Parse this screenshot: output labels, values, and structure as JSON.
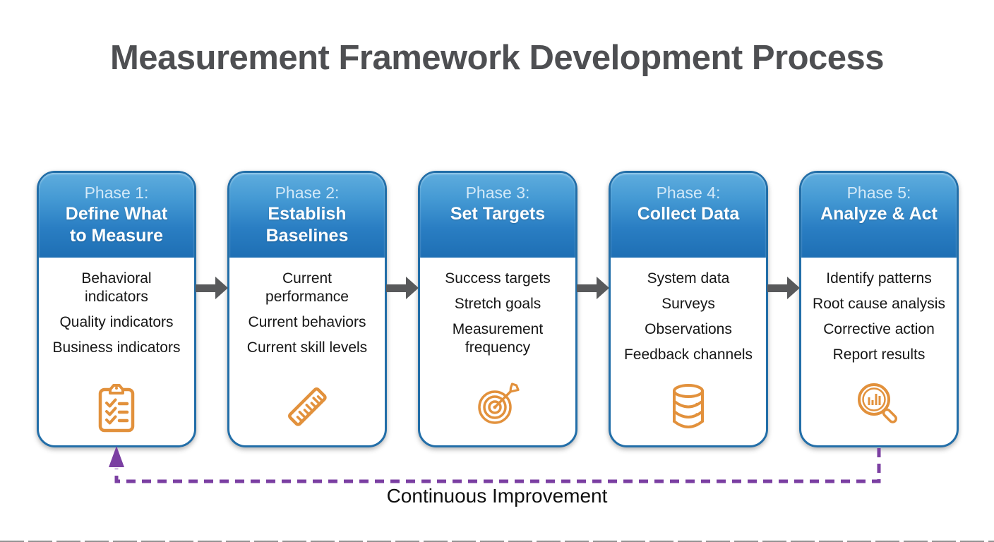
{
  "title": "Measurement Framework Development Process",
  "phases": [
    {
      "label": "Phase 1:",
      "name_lines": [
        "Define What",
        "to Measure"
      ],
      "items": [
        "Behavioral\nindicators",
        "Quality indicators",
        "Business indicators"
      ],
      "icon": "clipboard-checklist-icon"
    },
    {
      "label": "Phase 2:",
      "name_lines": [
        "Establish",
        "Baselines"
      ],
      "items": [
        "Current\nperformance",
        "Current behaviors",
        "Current skill levels"
      ],
      "icon": "ruler-icon"
    },
    {
      "label": "Phase 3:",
      "name_lines": [
        "Set Targets"
      ],
      "items": [
        "Success targets",
        "Stretch goals",
        "Measurement\nfrequency"
      ],
      "icon": "target-arrow-icon"
    },
    {
      "label": "Phase 4:",
      "name_lines": [
        "Collect Data"
      ],
      "items": [
        "System data",
        "Surveys",
        "Observations",
        "Feedback channels"
      ],
      "icon": "database-icon"
    },
    {
      "label": "Phase 5:",
      "name_lines": [
        "Analyze & Act"
      ],
      "items": [
        "Identify patterns",
        "Root cause analysis",
        "Corrective action",
        "Report results"
      ],
      "icon": "magnifier-chart-icon"
    }
  ],
  "feedback_loop": {
    "label": "Continuous Improvement"
  },
  "colors": {
    "header_gradient_top": "#5fadde",
    "header_gradient_bottom": "#1e6fb4",
    "card_border": "#226ea8",
    "flow_arrow_gray": "#58595b",
    "loop_purple": "#7b3fa2",
    "icon_orange": "#e2913c",
    "title_gray": "#4e4f52"
  }
}
